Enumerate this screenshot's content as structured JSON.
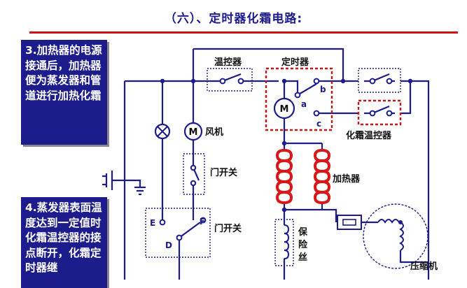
{
  "title": "（六）、定时器化霜电路:",
  "notes": [
    "3.加热器的电源接通后，加热器便为蒸发器和管道进行加热化霜",
    "4.蒸发器表面温度达到一定值时化霜温控器的接点断开，化霜定时器继"
  ],
  "labels": {
    "thermostat": "温控器",
    "timer": "定时器",
    "contact_b": "b",
    "contact_a": "a",
    "contact_c": "c",
    "motor_m": "M",
    "fan": "风机",
    "defrost_thermostat": "化霜温控器",
    "door_switch_top": "门开关",
    "heater": "加热器",
    "door_switch_bottom": "门开关",
    "pin_e": "E",
    "pin_f": "F",
    "pin_d": "D",
    "fuse_line1": "保",
    "fuse_line2": "险",
    "fuse_line3": "丝",
    "compressor": "压缩机"
  },
  "colors": {
    "wire": "#1c1c8c",
    "heater": "#d81818",
    "accent_red": "#c81414",
    "note_bg": "#1c1c8c"
  }
}
